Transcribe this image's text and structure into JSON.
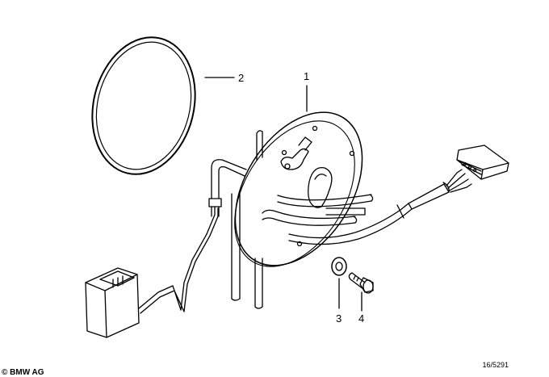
{
  "callouts": {
    "part_1": "1",
    "part_2": "2",
    "part_3": "3",
    "part_4": "4"
  },
  "footer": {
    "reference_code": "16/5291",
    "copyright": "© BMW AG"
  },
  "colors": {
    "line": "#000000",
    "background": "#ffffff"
  }
}
